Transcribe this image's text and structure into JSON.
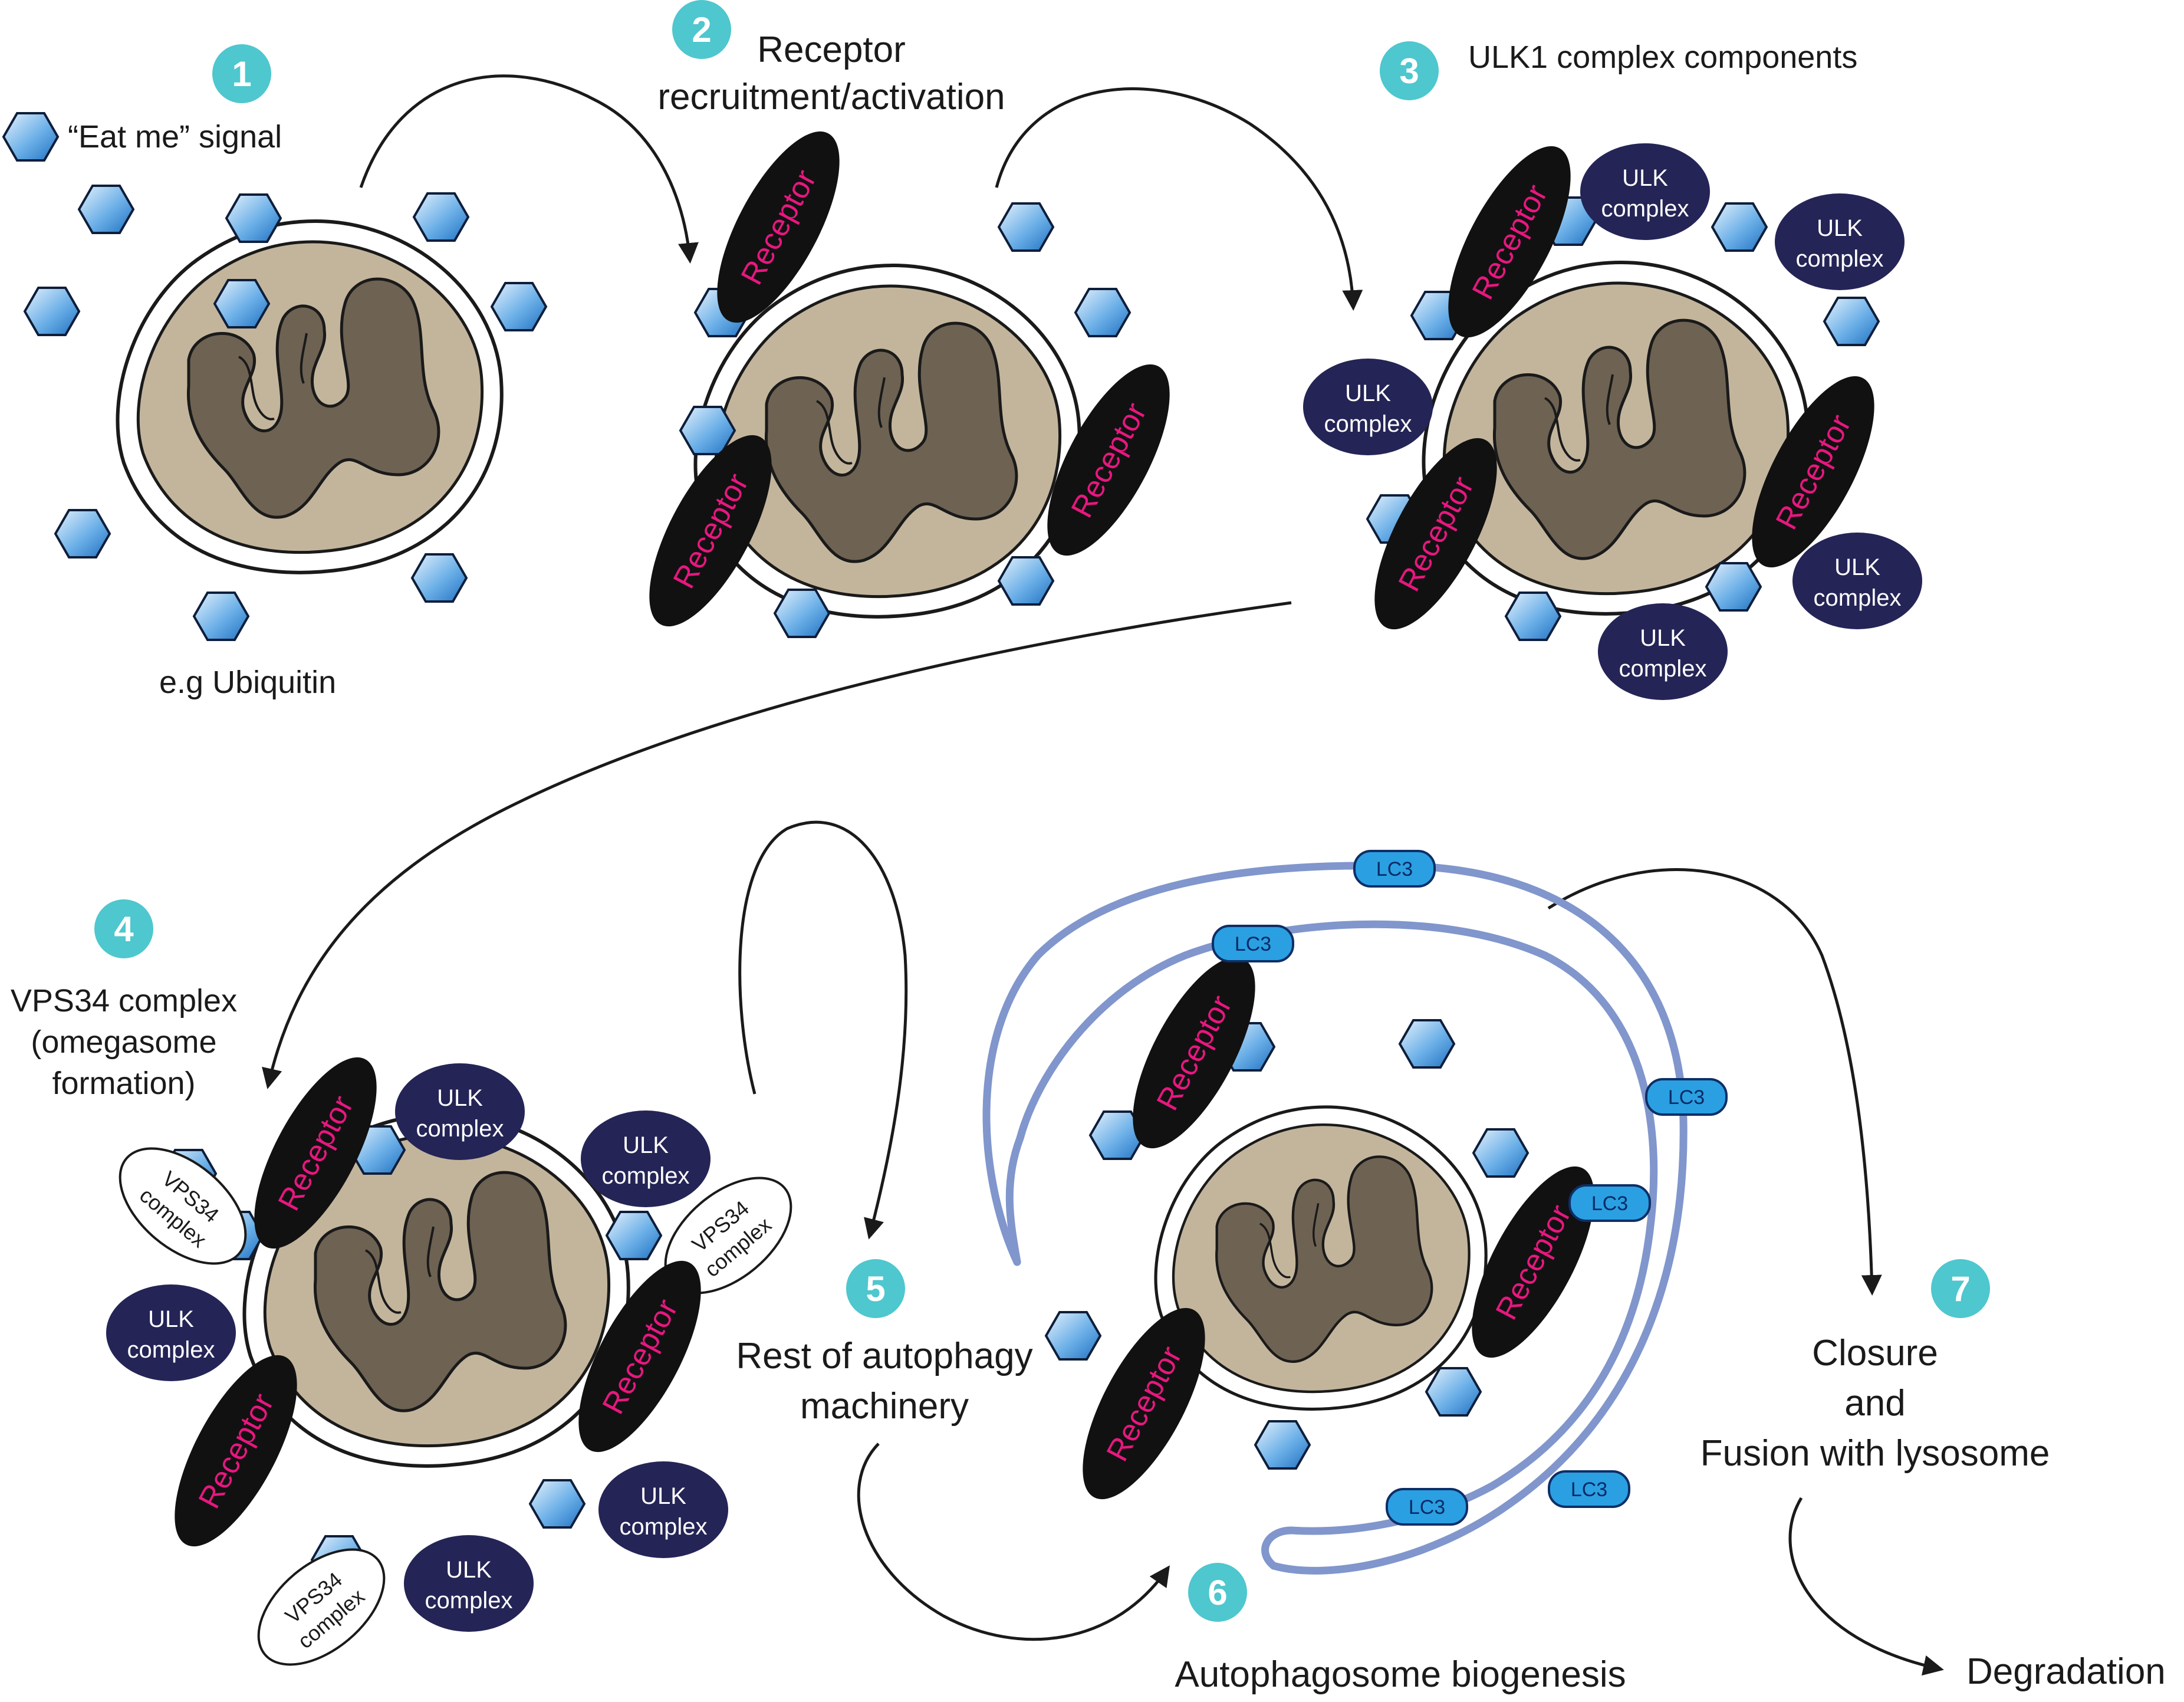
{
  "colors": {
    "step_badge": "#4ec7ce",
    "cell_fill": "#c3b59c",
    "nucleus_fill": "#6e6253",
    "receptor_fill": "#111111",
    "receptor_text": "#e8177f",
    "ulk_fill": "#242456",
    "membrane": "#8096cc",
    "lc3_fill": "#2aa0e2",
    "hexagon": "#3a8fd8"
  },
  "icons": {
    "signal": "hexagon-icon"
  },
  "steps": [
    {
      "number": "1"
    },
    {
      "number": "2",
      "caption_lines": [
        "Receptor",
        "recruitment/activation"
      ]
    },
    {
      "number": "3",
      "caption": "ULK1 complex components"
    },
    {
      "number": "4",
      "caption_lines": [
        "VPS34 complex",
        "(omegasome",
        "formation)"
      ]
    },
    {
      "number": "5",
      "caption_lines": [
        "Rest of autophagy",
        "machinery"
      ]
    },
    {
      "number": "6",
      "caption": "Autophagosome biogenesis"
    },
    {
      "number": "7",
      "caption_lines": [
        "Closure",
        "and",
        "Fusion with lysosome"
      ]
    }
  ],
  "legend": {
    "signal_label": "“Eat me” signal",
    "example": "e.g Ubiquitin"
  },
  "labels": {
    "receptor": "Receptor",
    "ulk_lines": [
      "ULK",
      "complex"
    ],
    "vps_lines": [
      "VPS34",
      "complex"
    ],
    "lc3": "LC3",
    "degradation": "Degradation"
  }
}
